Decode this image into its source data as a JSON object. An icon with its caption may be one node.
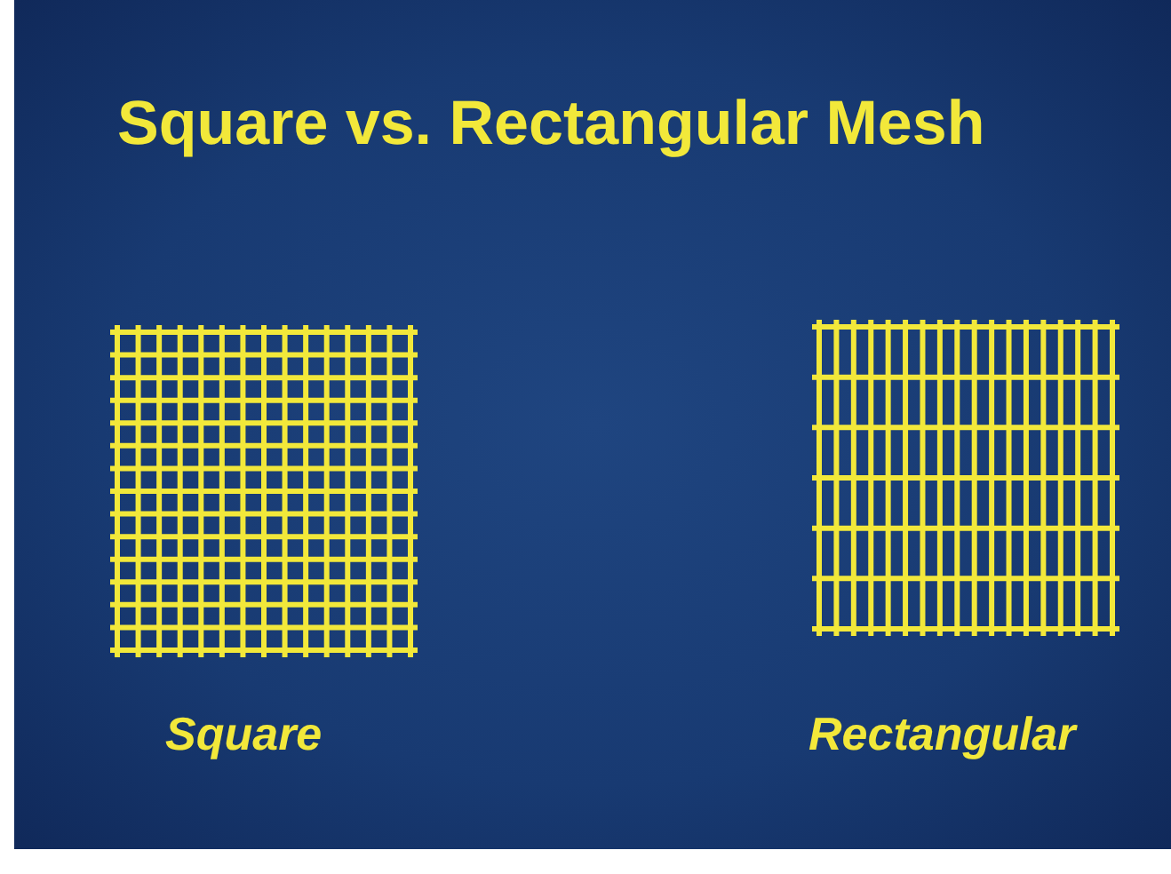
{
  "diagram": {
    "title": "Square vs. Rectangular Mesh",
    "labels": [
      "Square",
      "Rectangular"
    ]
  }
}
